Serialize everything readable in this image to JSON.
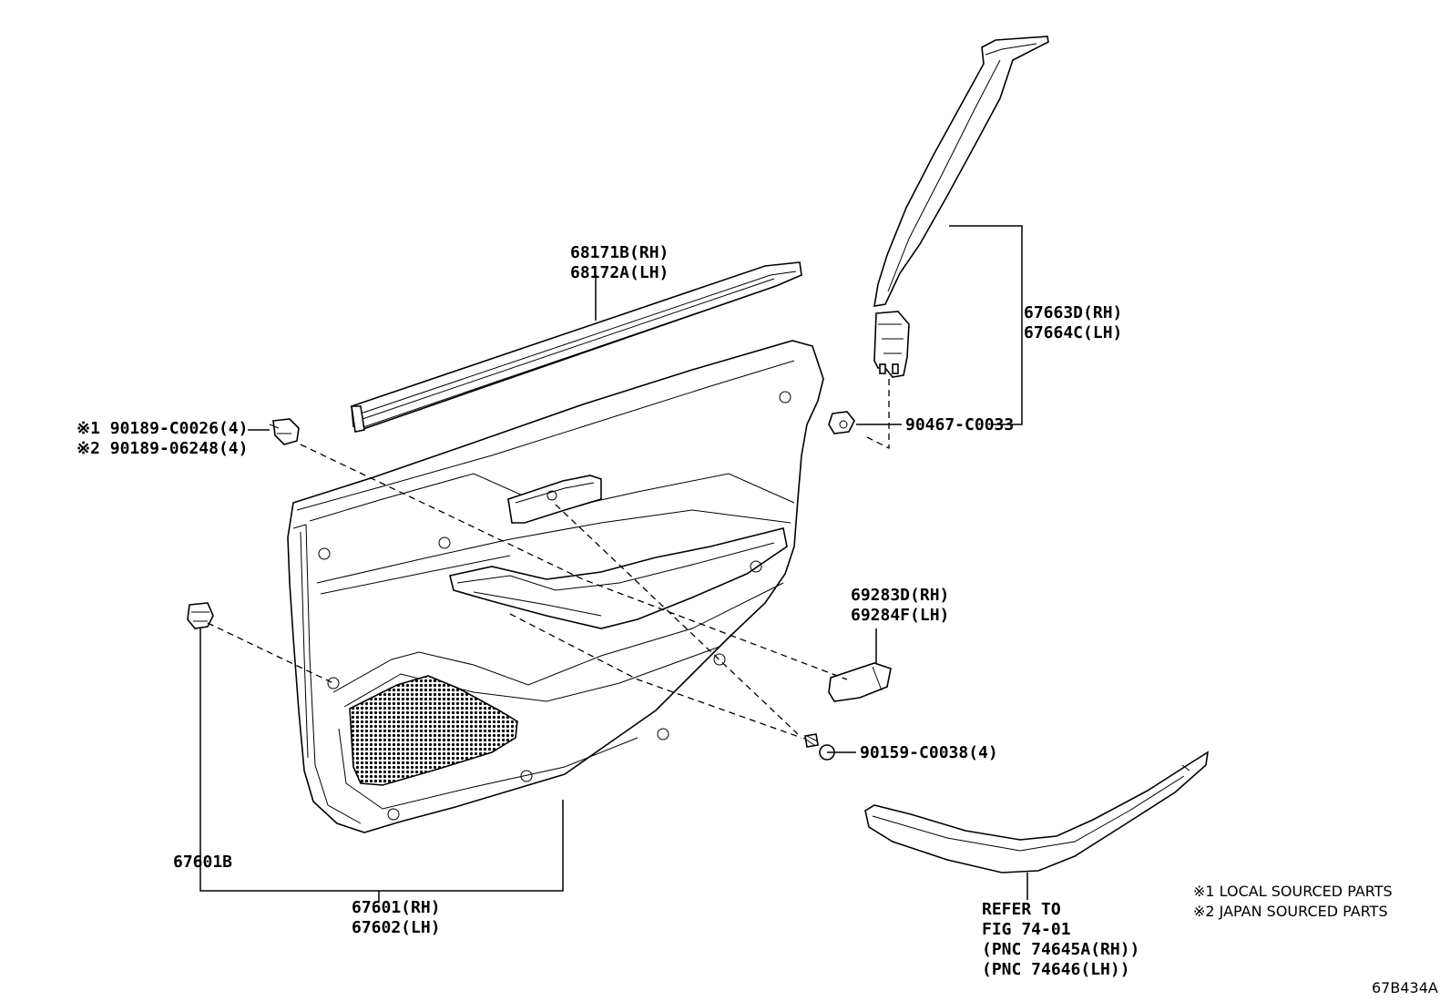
{
  "diagram": {
    "figure_code": "67B434A",
    "labels": {
      "moulding": [
        "68171B(RH)",
        "68172A(LH)"
      ],
      "pillar_garnish": [
        "67663D(RH)",
        "67664C(LH)"
      ],
      "clip_top_1": "※1 90189-C0026(4)",
      "clip_top_2": "※2 90189-06248(4)",
      "nut": "90467-C0033",
      "handle_cover": [
        "69283D(RH)",
        "69284F(LH)"
      ],
      "screw": "90159-C0038(4)",
      "clip_left": "67601B",
      "door_trim": [
        "67601(RH)",
        "67602(LH)"
      ],
      "refer": [
        "REFER TO",
        "FIG 74-01",
        "(PNC 74645A(RH))",
        "(PNC 74646(LH))"
      ]
    },
    "notes": [
      "※1 LOCAL SOURCED PARTS",
      "※2 JAPAN SOURCED PARTS"
    ]
  }
}
